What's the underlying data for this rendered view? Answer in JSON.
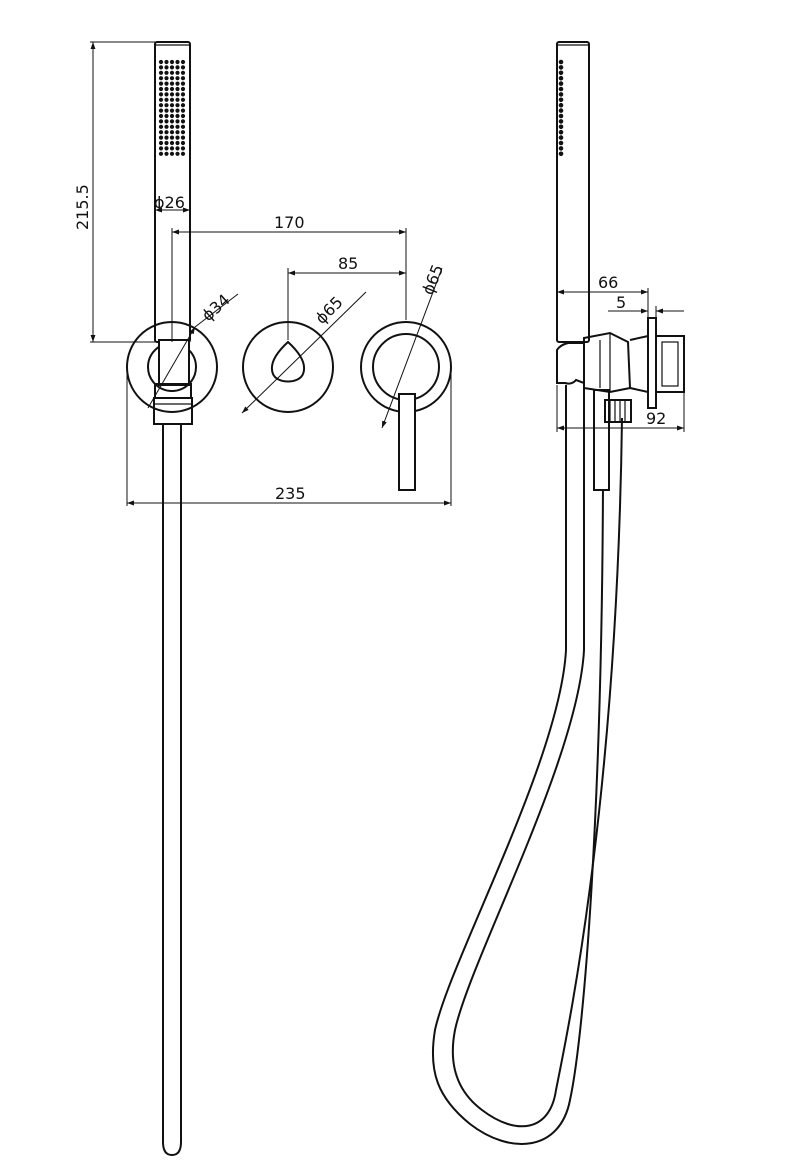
{
  "dimensions": {
    "height_handshower": "215.5",
    "dia_handshower": "ϕ26",
    "spacing_outer": "170",
    "spacing_inner": "85",
    "dia_holder": "ϕ34",
    "dia_plate_middle": "ϕ65",
    "dia_plate_right": "ϕ65",
    "overall_width": "235",
    "side_projection": "66",
    "plate_thickness": "5",
    "side_depth": "92"
  },
  "colors": {
    "line": "#111111",
    "background": "#ffffff"
  }
}
